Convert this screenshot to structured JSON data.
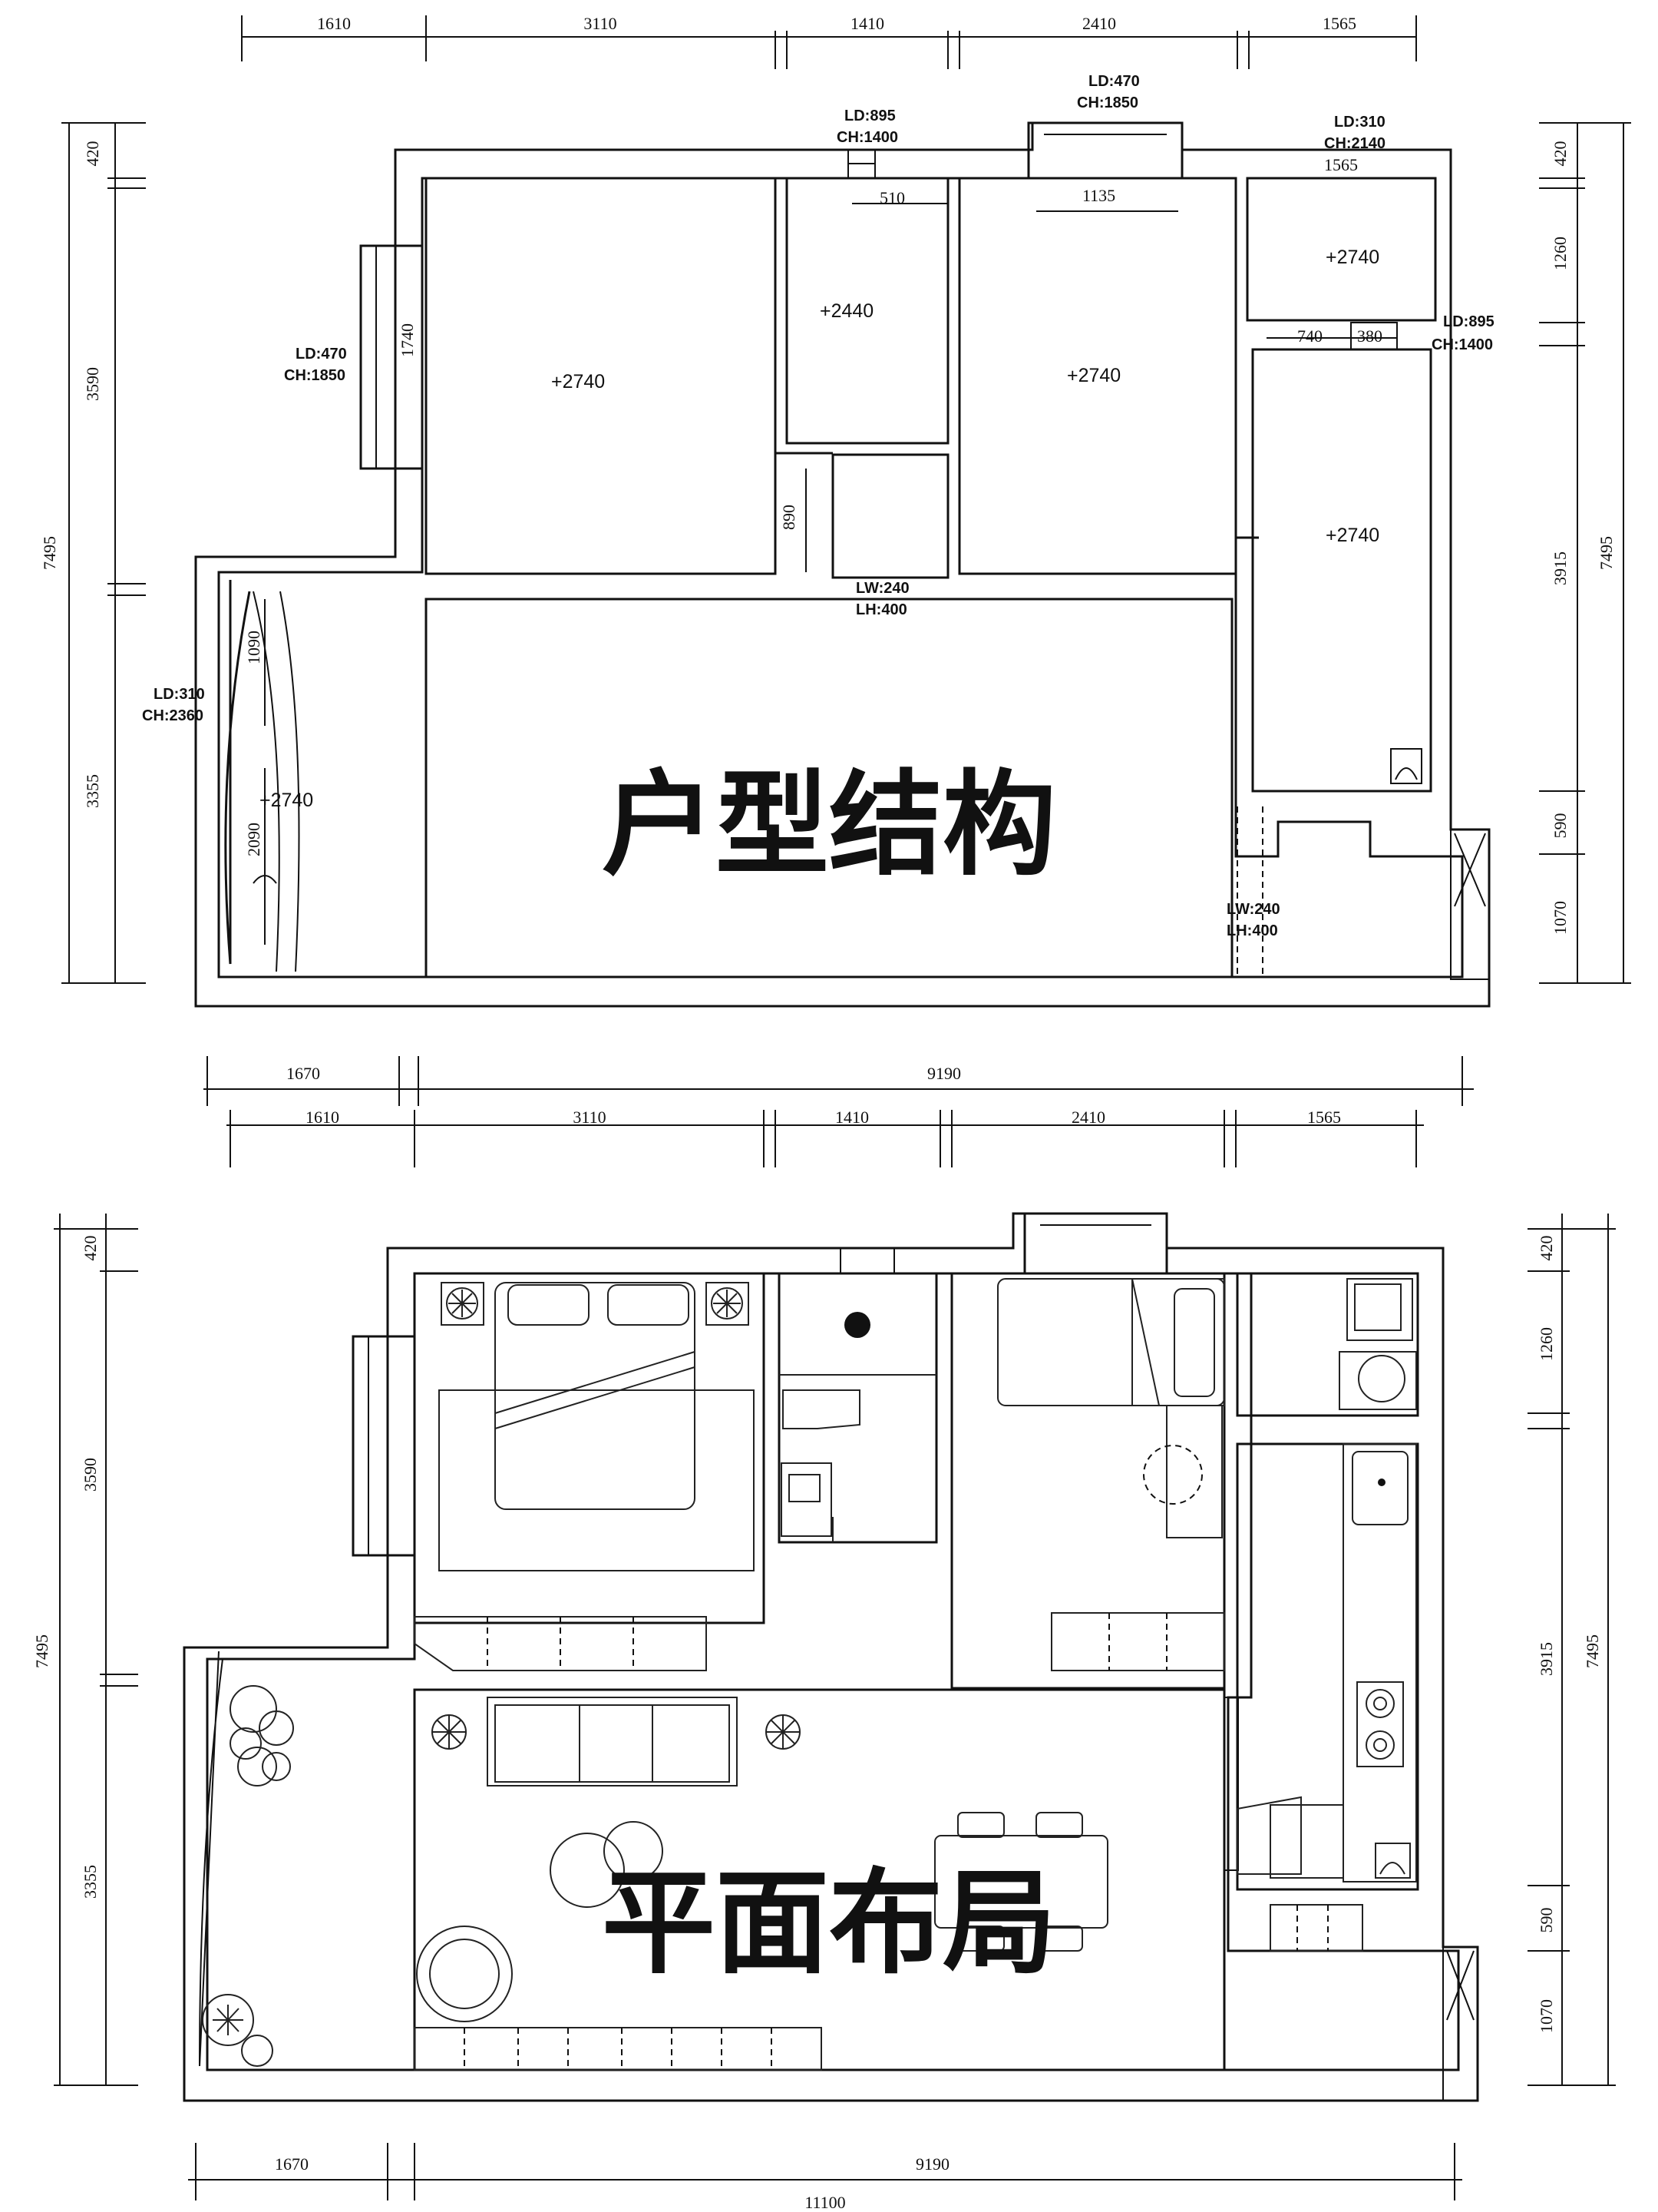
{
  "plan1": {
    "title": "户型结构",
    "top_dims": [
      "1610",
      "3110",
      "1410",
      "2410",
      "1565"
    ],
    "bottom_dims": [
      "1670",
      "9190"
    ],
    "left_dims": [
      "420",
      "3590",
      "3355"
    ],
    "left_total": "7495",
    "right_dims": [
      "420",
      "1260",
      "3915",
      "590",
      "1070"
    ],
    "right_total": "7495",
    "inner_dims": [
      "510",
      "1135",
      "1565",
      "740",
      "380",
      "1740",
      "890",
      "1090",
      "2090"
    ],
    "heights": [
      "+2740",
      "+2440",
      "+2740",
      "+2740",
      "+2740",
      "+2740"
    ],
    "notes": {
      "n1a": "LD:895",
      "n1b": "CH:1400",
      "n2a": "LD:470",
      "n2b": "CH:1850",
      "n3a": "LD:310",
      "n3b": "CH:2140",
      "n4a": "LD:895",
      "n4b": "CH:1400",
      "n5a": "LD:470",
      "n5b": "CH:1850",
      "n6a": "LW:240",
      "n6b": "LH:400",
      "n7a": "LD:310",
      "n7b": "CH:2360",
      "n8a": "LW:240",
      "n8b": "LH:400"
    }
  },
  "plan2": {
    "title": "平面布局",
    "top_dims": [
      "1610",
      "3110",
      "1410",
      "2410",
      "1565"
    ],
    "bottom_dims": [
      "1670",
      "9190"
    ],
    "bottom_total": "11100",
    "left_dims": [
      "420",
      "3590",
      "3355"
    ],
    "left_total": "7495",
    "right_dims": [
      "420",
      "1260",
      "3915",
      "590",
      "1070"
    ],
    "right_total": "7495"
  }
}
